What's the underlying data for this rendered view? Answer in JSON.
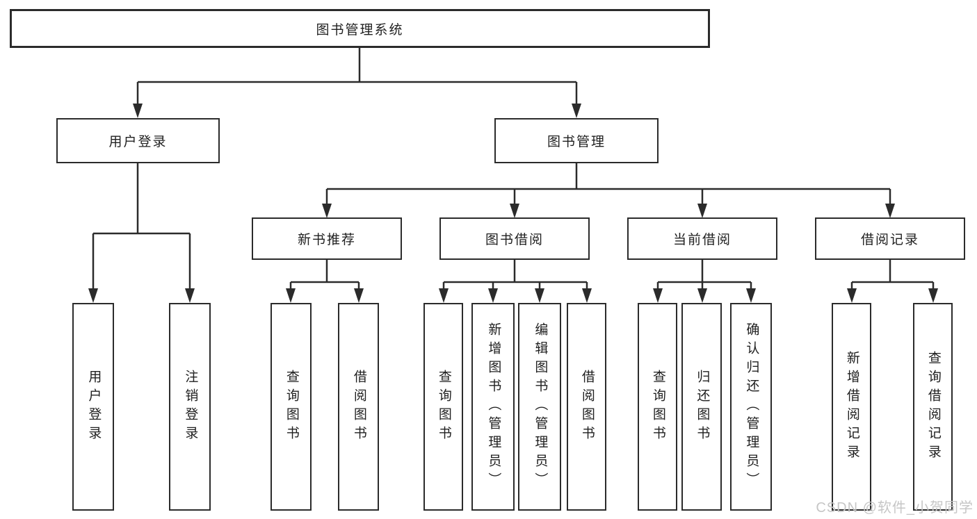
{
  "nodes": {
    "root": "图书管理系统",
    "user_login": "用户登录",
    "book_mgmt": "图书管理",
    "level3": [
      "新书推荐",
      "图书借阅",
      "当前借阅",
      "借阅记录"
    ],
    "leaves_user": [
      "用户登录",
      "注销登录"
    ],
    "leaves_new_book": [
      "查询图书",
      "借阅图书"
    ],
    "leaves_book_borrow": [
      "查询图书",
      "新增图书（管理员）",
      "编辑图书（管理员）",
      "借阅图书"
    ],
    "leaves_current": [
      "查询图书",
      "归还图书",
      "确认归还（管理员）"
    ],
    "leaves_record": [
      "新增借阅记录",
      "查询借阅记录"
    ]
  },
  "watermark": "CSDN @软件_小贺同学",
  "colors": {
    "line": "#2b2b2b",
    "text": "#1f1f1f",
    "background": "#ffffff",
    "watermark_color": "#c6c6c6"
  }
}
